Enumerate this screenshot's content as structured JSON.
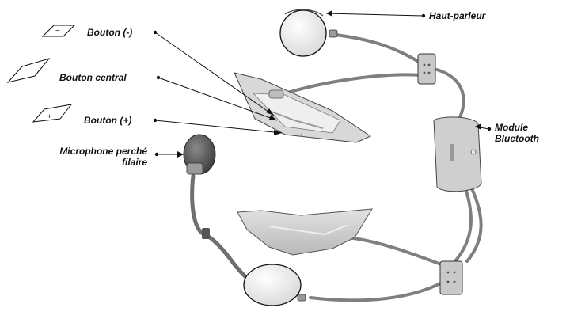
{
  "labels": {
    "minus_button": "Bouton (-)",
    "center_button": "Bouton central",
    "plus_button": "Bouton (+)",
    "boom_mic_line1": "Microphone perché",
    "boom_mic_line2": "filaire",
    "speaker": "Haut-parleur",
    "bt_module_line1": "Module",
    "bt_module_line2": "Bluetooth"
  },
  "icons": {
    "minus_glyph": "−",
    "plus_glyph": "+"
  },
  "colors": {
    "line": "#111111",
    "device_light": "#e6e6e6",
    "device_mid": "#c9c9c9",
    "device_dark": "#9a9a9a",
    "cable": "#7f7f7f"
  }
}
